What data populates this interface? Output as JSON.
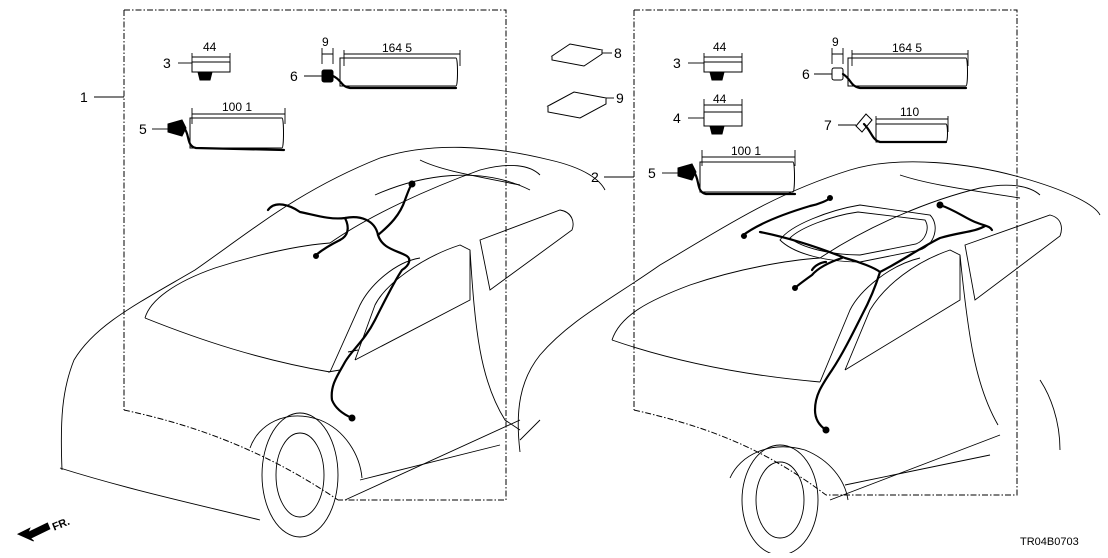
{
  "diagram_code": "TR04B0703",
  "direction_label": "FR.",
  "callouts": {
    "left_assembly": "1",
    "right_assembly": "2",
    "l3": "3",
    "l5": "5",
    "l6": "6",
    "m8": "8",
    "m9": "9",
    "r3": "3",
    "r4": "4",
    "r5": "5",
    "r6": "6",
    "r7": "7"
  },
  "dimensions": {
    "l3_width": "44",
    "l6_small": "9",
    "l6_length": "164 5",
    "l5_length": "100 1",
    "r3_width": "44",
    "r4_width": "44",
    "r6_small": "9",
    "r6_length": "164 5",
    "r7_length": "110",
    "r5_length": "100 1"
  }
}
